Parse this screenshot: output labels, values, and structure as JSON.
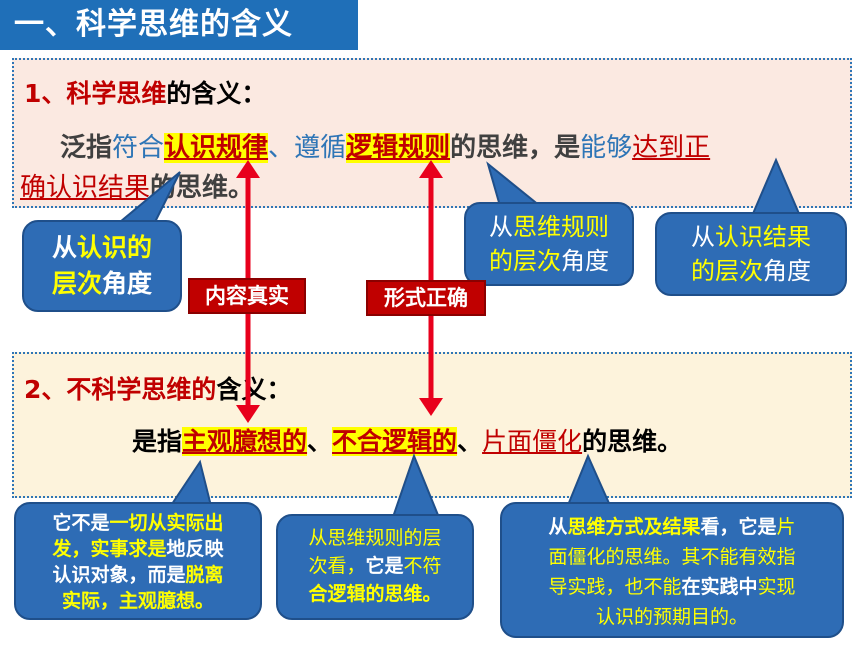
{
  "title": "一、科学思维的含义",
  "section1": {
    "heading_num": "1、",
    "heading_term": "科学思维",
    "heading_rest": "的含义：",
    "p_a": "泛指",
    "p_b": "符合",
    "p_c": "认识规律",
    "p_d": "、",
    "p_e": "遵循",
    "p_f": "逻辑规则",
    "p_g": "的思维，是",
    "p_h": "能够",
    "p_i": "达到正",
    "p_j": "确认识结果",
    "p_k": "的思维。"
  },
  "bubbles_top": {
    "left_a": "从",
    "left_b": "认识的",
    "left_c": "层次",
    "left_d": "角度",
    "mid_a": "从",
    "mid_b": "思维规则",
    "mid_c": "的层次",
    "mid_d": "角度",
    "right_a": "从",
    "right_b": "认识结果",
    "right_c": "的层次",
    "right_d": "角度"
  },
  "tags": {
    "content": "内容真实",
    "form": "形式正确"
  },
  "section2": {
    "heading_num": "2、",
    "heading_term": "不科学思维",
    "heading_mid": "的",
    "heading_rest": "含义：",
    "p_a": "是指",
    "p_b": "主观臆想的",
    "p_c": "、",
    "p_d": "不合逻辑的",
    "p_e": "、",
    "p_f": "片面僵化",
    "p_g": "的思维。"
  },
  "bubbles_bottom": {
    "left_l1a": "它不是",
    "left_l1b": "一切从实际出",
    "left_l2a": "发，实事求是",
    "left_l2b": "地反映",
    "left_l3a": "认识对象，而是",
    "left_l3b": "脱离",
    "left_l4": "实际，主观臆想。",
    "mid_l1": "从思维规则的层",
    "mid_l2a": "次看，",
    "mid_l2b": "它是",
    "mid_l2c": "不符",
    "mid_l3": "合逻辑的思维。",
    "right_l1a": "从",
    "right_l1b": "思维方式及结果",
    "right_l1c": "看，它是",
    "right_l1d": "片",
    "right_l2a": "面僵化的思维。其",
    "right_l2b": "不能有效指",
    "right_l3a": "导实践，也不能",
    "right_l3b": "在实践中",
    "right_l3c": "实现",
    "right_l4": "认识的预期目的。"
  },
  "colors": {
    "title_bg": "#1f6fb8",
    "bubble": "#2e6cb5",
    "red": "#c00000",
    "highlight": "#ffff00",
    "arrow": "#e8001c"
  }
}
